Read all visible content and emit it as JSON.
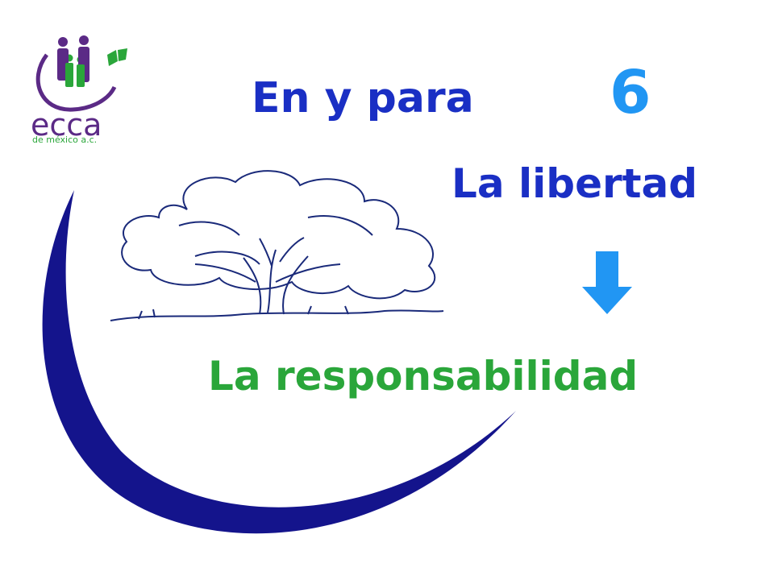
{
  "logo": {
    "name": "ecca",
    "subtitle": "de méxico a.c.",
    "icon": "family-book-logo"
  },
  "slide": {
    "heading": "En y para",
    "number": "6",
    "subheading": "La libertad",
    "conclusion": "La responsabilidad"
  },
  "colors": {
    "blue": "#1a2fc4",
    "light_blue": "#2196f3",
    "green": "#2aa63a",
    "purple": "#5b2a86",
    "arc": "#14148c"
  },
  "icons": {
    "arrow": "arrow-down-icon",
    "tree": "tree-illustration"
  }
}
